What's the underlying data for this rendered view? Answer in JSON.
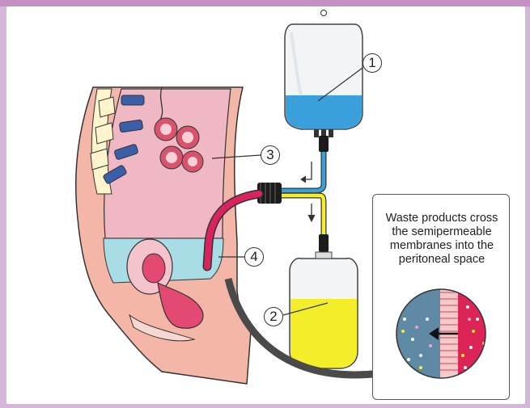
{
  "callout": {
    "text": "Waste products cross\nthe semipermeable\nmembranes into the\nperitoneal space"
  },
  "labels": [
    "1",
    "2",
    "3",
    "4"
  ],
  "colors": {
    "dialysate_blue": "#3aa0dc",
    "waste_yellow": "#f4ee2a",
    "catheter_pink": "#d8235f",
    "peritoneum_pink": "#f0b8c4",
    "fluid_cyan": "#a9dde6",
    "skin": "#f4b6a6",
    "page_border": "#c8a8d0"
  },
  "icons": [
    "dialysate-bag-icon",
    "drainage-bag-icon",
    "membrane-magnifier-icon",
    "catheter-icon"
  ]
}
